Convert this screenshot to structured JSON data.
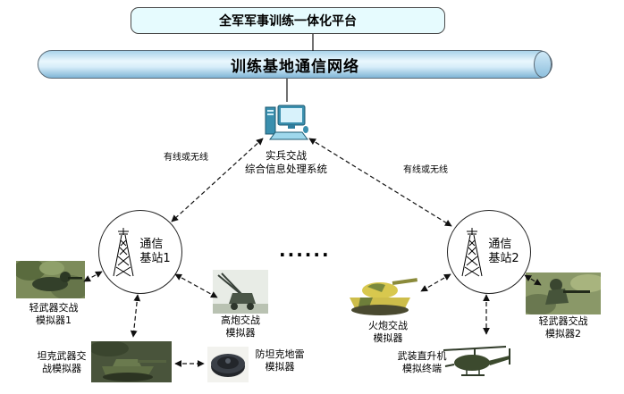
{
  "diagram": {
    "platform_box": "全军军事训练一体化平台",
    "network_bar": "训练基地通信网络",
    "processing_system": {
      "line1": "实兵交战",
      "line2": "综合信息处理系统"
    },
    "link_label_left": "有线或无线",
    "link_label_right": "有线或无线",
    "station1": {
      "line1": "通信",
      "line2": "基站1"
    },
    "station2": {
      "line1": "通信",
      "line2": "基站2"
    },
    "ellipsis": "......",
    "simulators": {
      "light1": {
        "line1": "轻武器交战",
        "line2": "模拟器1"
      },
      "aagun": {
        "line1": "高炮交战",
        "line2": "模拟器"
      },
      "tank": {
        "line1": "坦克武器交",
        "line2": "战模拟器"
      },
      "mine": {
        "line1": "防坦克地雷",
        "line2": "模拟器"
      },
      "artillery": {
        "line1": "火炮交战",
        "line2": "模拟器"
      },
      "heli": {
        "line1": "武装直升机",
        "line2": "模拟终端"
      },
      "light2": {
        "line1": "轻武器交战",
        "line2": "模拟器2"
      }
    },
    "icons": {
      "processing": "computer-icon",
      "station": "antenna-tower-icon"
    },
    "colors": {
      "platform_fill": "#e6fbfe",
      "cylinder_top": "#a9d3ea",
      "cylinder_bottom": "#7fb5d6",
      "line": "#111111"
    }
  }
}
